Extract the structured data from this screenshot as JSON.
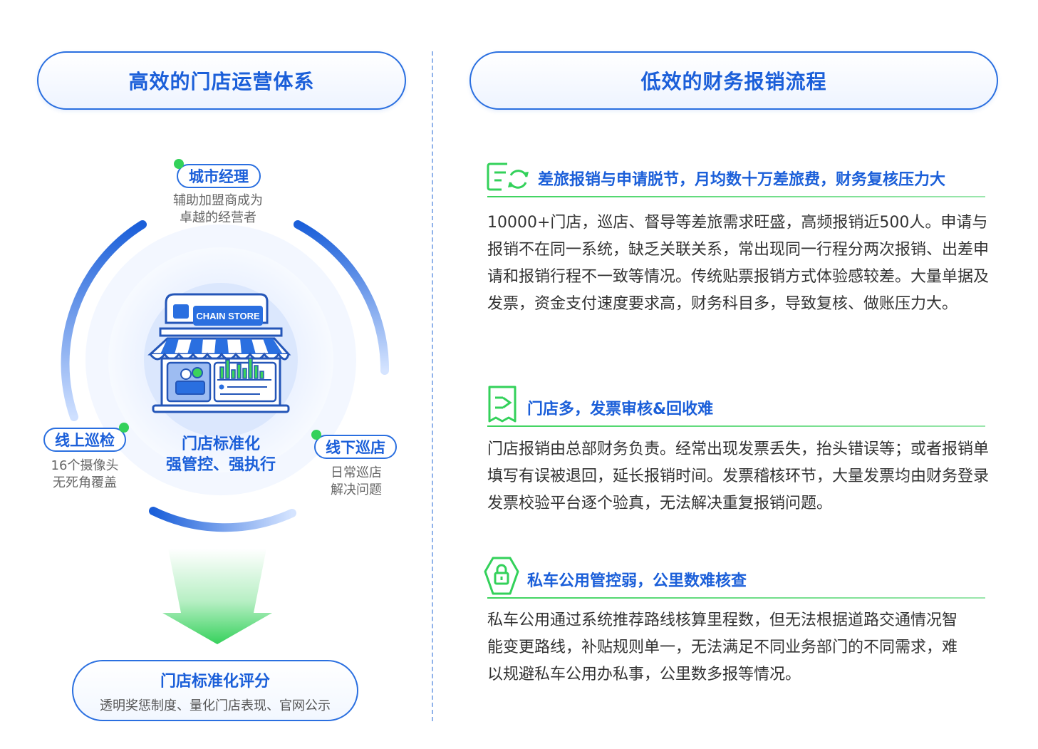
{
  "left": {
    "header": "高效的门店运营体系",
    "tags": {
      "city_manager": {
        "label": "城市经理",
        "desc1": "辅助加盟商成为",
        "desc2": "卓越的经营者"
      },
      "online": {
        "label": "线上巡检",
        "desc1": "16个摄像头",
        "desc2": "无死角覆盖"
      },
      "offline": {
        "label": "线下巡店",
        "desc1": "日常巡店",
        "desc2": "解决问题"
      }
    },
    "store_sign": "CHAIN STORE",
    "center_line1": "门店标准化",
    "center_line2": "强管控、强执行",
    "score": {
      "title": "门店标准化评分",
      "subtitle": "透明奖惩制度、量化门店表现、官网公示"
    }
  },
  "right": {
    "header": "低效的财务报销流程",
    "sections": [
      {
        "icon": "reimbursement-cycle-icon",
        "title": "差旅报销与申请脱节，月均数十万差旅费，财务复核压力大",
        "body": "10000+门店，巡店、督导等差旅需求旺盛，高频报销近500人。申请与报销不在同一系统，缺乏关联关系，常出现同一行程分两次报销、出差申请和报销行程不一致等情况。传统贴票报销方式体验感较差。大量单据及发票，资金支付速度要求高，财务科目多，导致复核、做账压力大。"
      },
      {
        "icon": "invoice-document-icon",
        "title": "门店多，发票审核&回收难",
        "body": "门店报销由总部财务负责。经常出现发票丢失，抬头错误等；或者报销单填写有误被退回，延长报销时间。发票稽核环节，大量发票均由财务登录发票校验平台逐个验真，无法解决重复报销问题。"
      },
      {
        "icon": "security-lock-shield-icon",
        "title": "私车公用管控弱，公里数难核查",
        "body": "私车公用通过系统推荐路线核算里程数，但无法根据道路交通情况智能变更路线，补贴规则单一，无法满足不同业务部门的不同需求，难以规避私车公用办私事，公里数多报等情况。"
      }
    ]
  },
  "colors": {
    "primary_blue": "#1b5fd9",
    "accent_green": "#33d15a",
    "text": "#333333"
  }
}
